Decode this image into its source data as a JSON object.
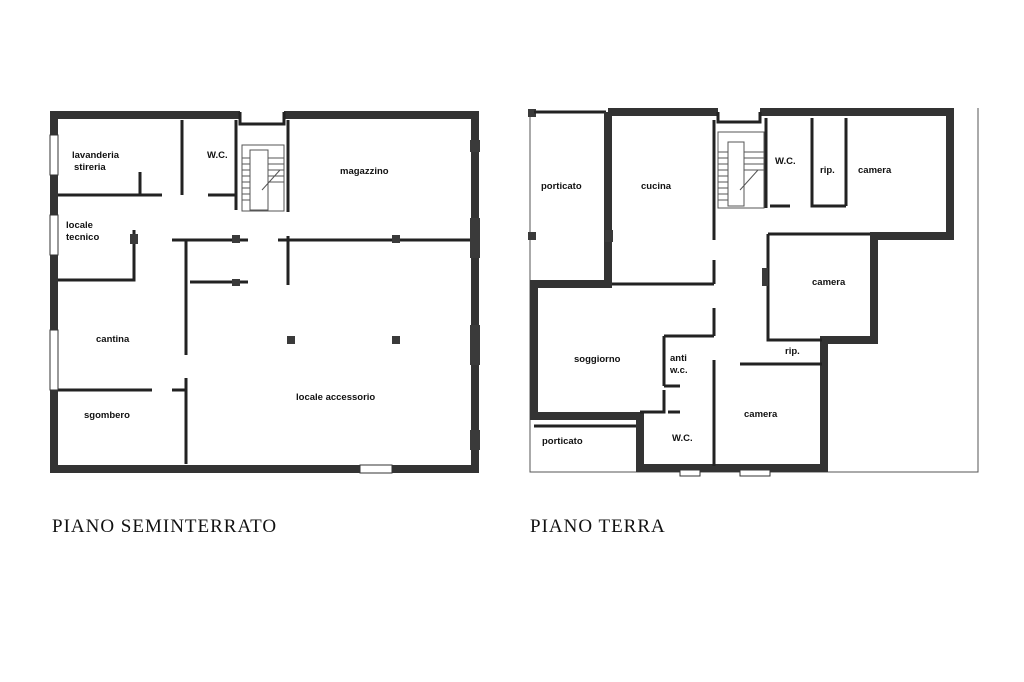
{
  "plans": [
    {
      "title": "PIANO SEMINTERRATO",
      "rooms": [
        "lavanderia",
        "stireria",
        "W.C.",
        "magazzino",
        "locale",
        "tecnico",
        "cantina",
        "sgombero",
        "locale accessorio"
      ]
    },
    {
      "title": "PIANO TERRA",
      "rooms": [
        "porticato",
        "cucina",
        "W.C.",
        "rip.",
        "camera",
        "camera",
        "soggiorno",
        "anti",
        "w.c.",
        "rip.",
        "camera",
        "porticato",
        "W.C."
      ]
    }
  ]
}
